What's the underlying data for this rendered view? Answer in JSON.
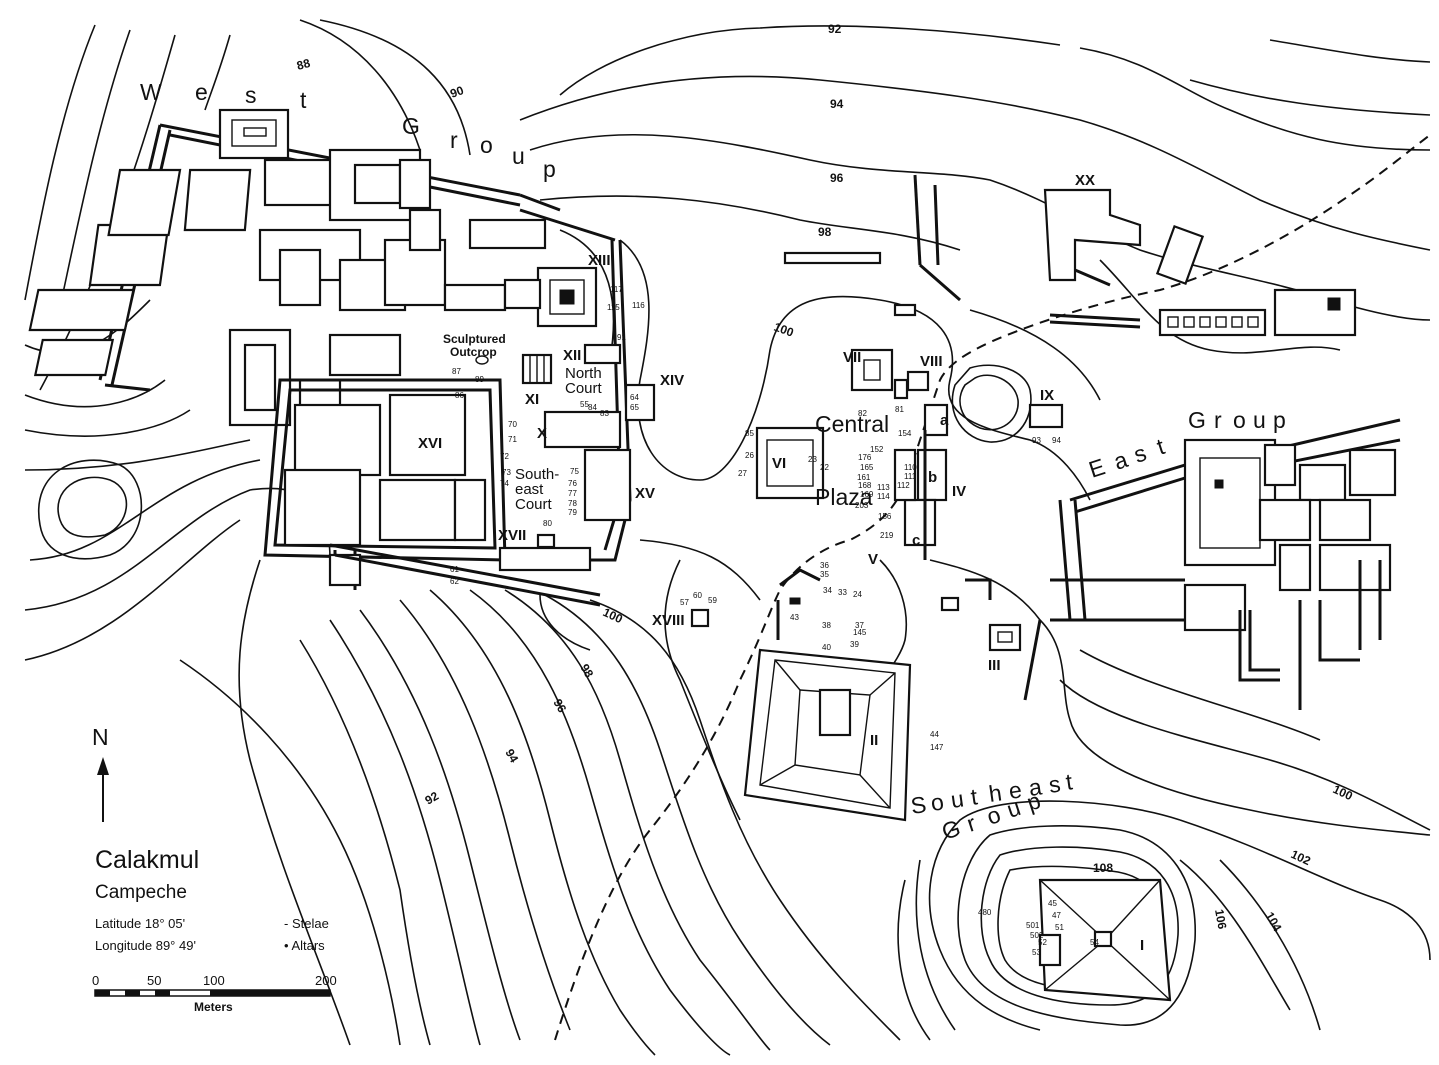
{
  "map": {
    "site_name": "Calakmul",
    "region": "Campeche",
    "latitude": "Latitude 18° 05'",
    "longitude": "Longitude 89° 49'",
    "legend_stelae": "- Stelae",
    "legend_altars": "• Altars",
    "north": "N",
    "scale": {
      "ticks": [
        "0",
        "50",
        "100",
        "200"
      ],
      "unit": "Meters"
    },
    "groups": {
      "west": [
        "W",
        "e",
        "s",
        "t",
        "G",
        "r",
        "o",
        "u",
        "p"
      ],
      "east": [
        "E",
        "a",
        "s",
        "t",
        "G",
        "r",
        "o",
        "u",
        "p"
      ],
      "southeast": [
        "S",
        "o",
        "u",
        "t",
        "h",
        "e",
        "a",
        "s",
        "t",
        "G",
        "r",
        "o",
        "u",
        "p"
      ]
    },
    "areas": {
      "central": "Central",
      "plaza": "Plaza",
      "north_court_1": "North",
      "north_court_2": "Court",
      "southeast_court_1": "South-",
      "southeast_court_2": "east",
      "southeast_court_3": "Court",
      "outcrop_1": "Sculptured",
      "outcrop_2": "Outcrop"
    },
    "structures": {
      "I": "I",
      "II": "II",
      "III": "III",
      "IV": "IV",
      "V": "V",
      "VI": "VI",
      "VII": "VII",
      "VIII": "VIII",
      "IX": "IX",
      "X": "X",
      "XI": "XI",
      "XII": "XII",
      "XIII": "XIII",
      "XIV": "XIV",
      "XV": "XV",
      "XVI": "XVI",
      "XVII": "XVII",
      "XVIII": "XVIII",
      "XX": "XX",
      "a": "a",
      "b": "b",
      "c": "c"
    },
    "contour_labels": [
      "88",
      "90",
      "92",
      "94",
      "96",
      "98",
      "100",
      "100",
      "100",
      "98",
      "96",
      "94",
      "92",
      "100",
      "102",
      "104",
      "106",
      "108"
    ],
    "monument_numbers": [
      "117",
      "115",
      "116",
      "91",
      "87",
      "89",
      "86",
      "70",
      "71",
      "72",
      "73",
      "74",
      "75",
      "76",
      "77",
      "78",
      "79",
      "80",
      "61",
      "62",
      "64",
      "65",
      "83",
      "84",
      "85",
      "26",
      "27",
      "22",
      "23",
      "24",
      "33",
      "34",
      "35",
      "36",
      "37",
      "38",
      "39",
      "40",
      "43",
      "44",
      "45",
      "47",
      "51",
      "52",
      "53",
      "54",
      "55",
      "57",
      "59",
      "60",
      "81",
      "82",
      "93",
      "94",
      "110",
      "111",
      "112",
      "113",
      "114",
      "145",
      "147",
      "152",
      "154",
      "156",
      "161",
      "165",
      "168",
      "169",
      "176",
      "203",
      "219",
      "480",
      "501",
      "502"
    ]
  }
}
